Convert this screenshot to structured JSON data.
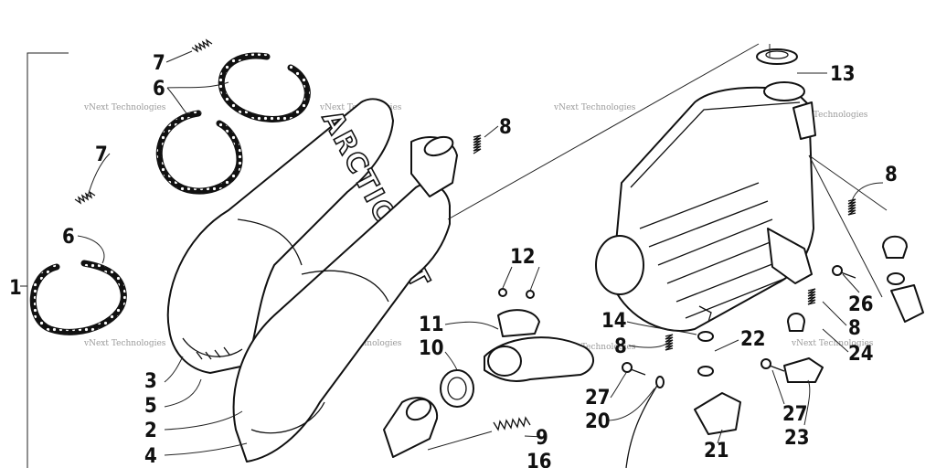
{
  "diagram": {
    "brand_text": "ARCTIC CAT",
    "watermark": "vNext Technologies",
    "callouts": [
      {
        "id": "c1",
        "label": "1"
      },
      {
        "id": "c2",
        "label": "2"
      },
      {
        "id": "c3",
        "label": "3"
      },
      {
        "id": "c4",
        "label": "4"
      },
      {
        "id": "c5",
        "label": "5"
      },
      {
        "id": "c6a",
        "label": "6"
      },
      {
        "id": "c6b",
        "label": "6"
      },
      {
        "id": "c7a",
        "label": "7"
      },
      {
        "id": "c7b",
        "label": "7"
      },
      {
        "id": "c8a",
        "label": "8"
      },
      {
        "id": "c8b",
        "label": "8"
      },
      {
        "id": "c8c",
        "label": "8"
      },
      {
        "id": "c8d",
        "label": "8"
      },
      {
        "id": "c9",
        "label": "9"
      },
      {
        "id": "c10",
        "label": "10"
      },
      {
        "id": "c11",
        "label": "11"
      },
      {
        "id": "c12",
        "label": "12"
      },
      {
        "id": "c13",
        "label": "13"
      },
      {
        "id": "c14",
        "label": "14"
      },
      {
        "id": "c16",
        "label": "16"
      },
      {
        "id": "c20",
        "label": "20"
      },
      {
        "id": "c21",
        "label": "21"
      },
      {
        "id": "c22",
        "label": "22"
      },
      {
        "id": "c23",
        "label": "23"
      },
      {
        "id": "c24",
        "label": "24"
      },
      {
        "id": "c26",
        "label": "26"
      },
      {
        "id": "c27a",
        "label": "27"
      },
      {
        "id": "c27b",
        "label": "27"
      }
    ]
  }
}
